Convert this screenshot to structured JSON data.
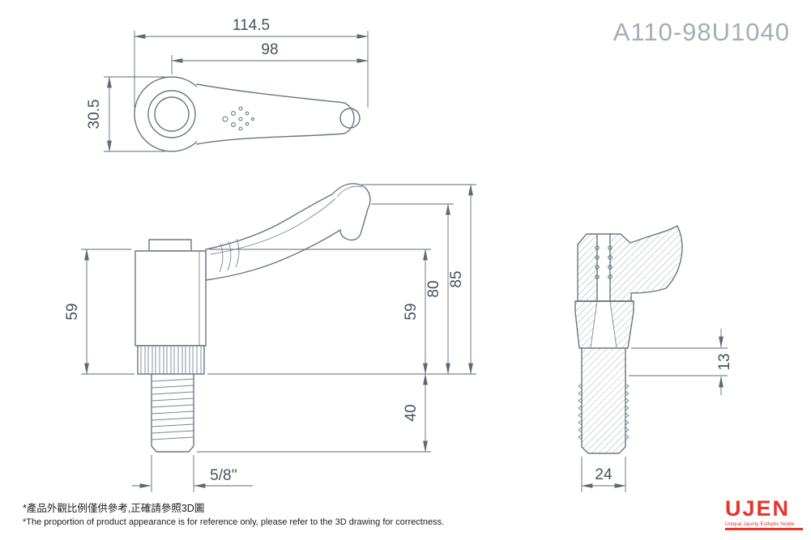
{
  "part_number": "A110-98U1040",
  "views": {
    "top": {
      "len_overall": "114.5",
      "len_arm": "98",
      "width": "30.5"
    },
    "front": {
      "body_height": "59",
      "right_59": "59",
      "height_80": "80",
      "height_85": "85",
      "thread_len": "40",
      "thread_size": "5/8''"
    },
    "side": {
      "neck_length": "13",
      "stud_width": "24"
    }
  },
  "footnotes": {
    "zh": "*產品外觀比例僅供參考,正確請參照3D圖",
    "en": "*The proportion of product appearance is for reference only, please refer to the 3D drawing for correctness."
  },
  "logo": {
    "name": "UJEN",
    "tagline": "Unique Jaunty Esthetic Noble"
  },
  "colors": {
    "line": "#6b7682",
    "dim_text": "#47525e",
    "part_number": "#a6adb6",
    "logo": "#e8342b"
  }
}
